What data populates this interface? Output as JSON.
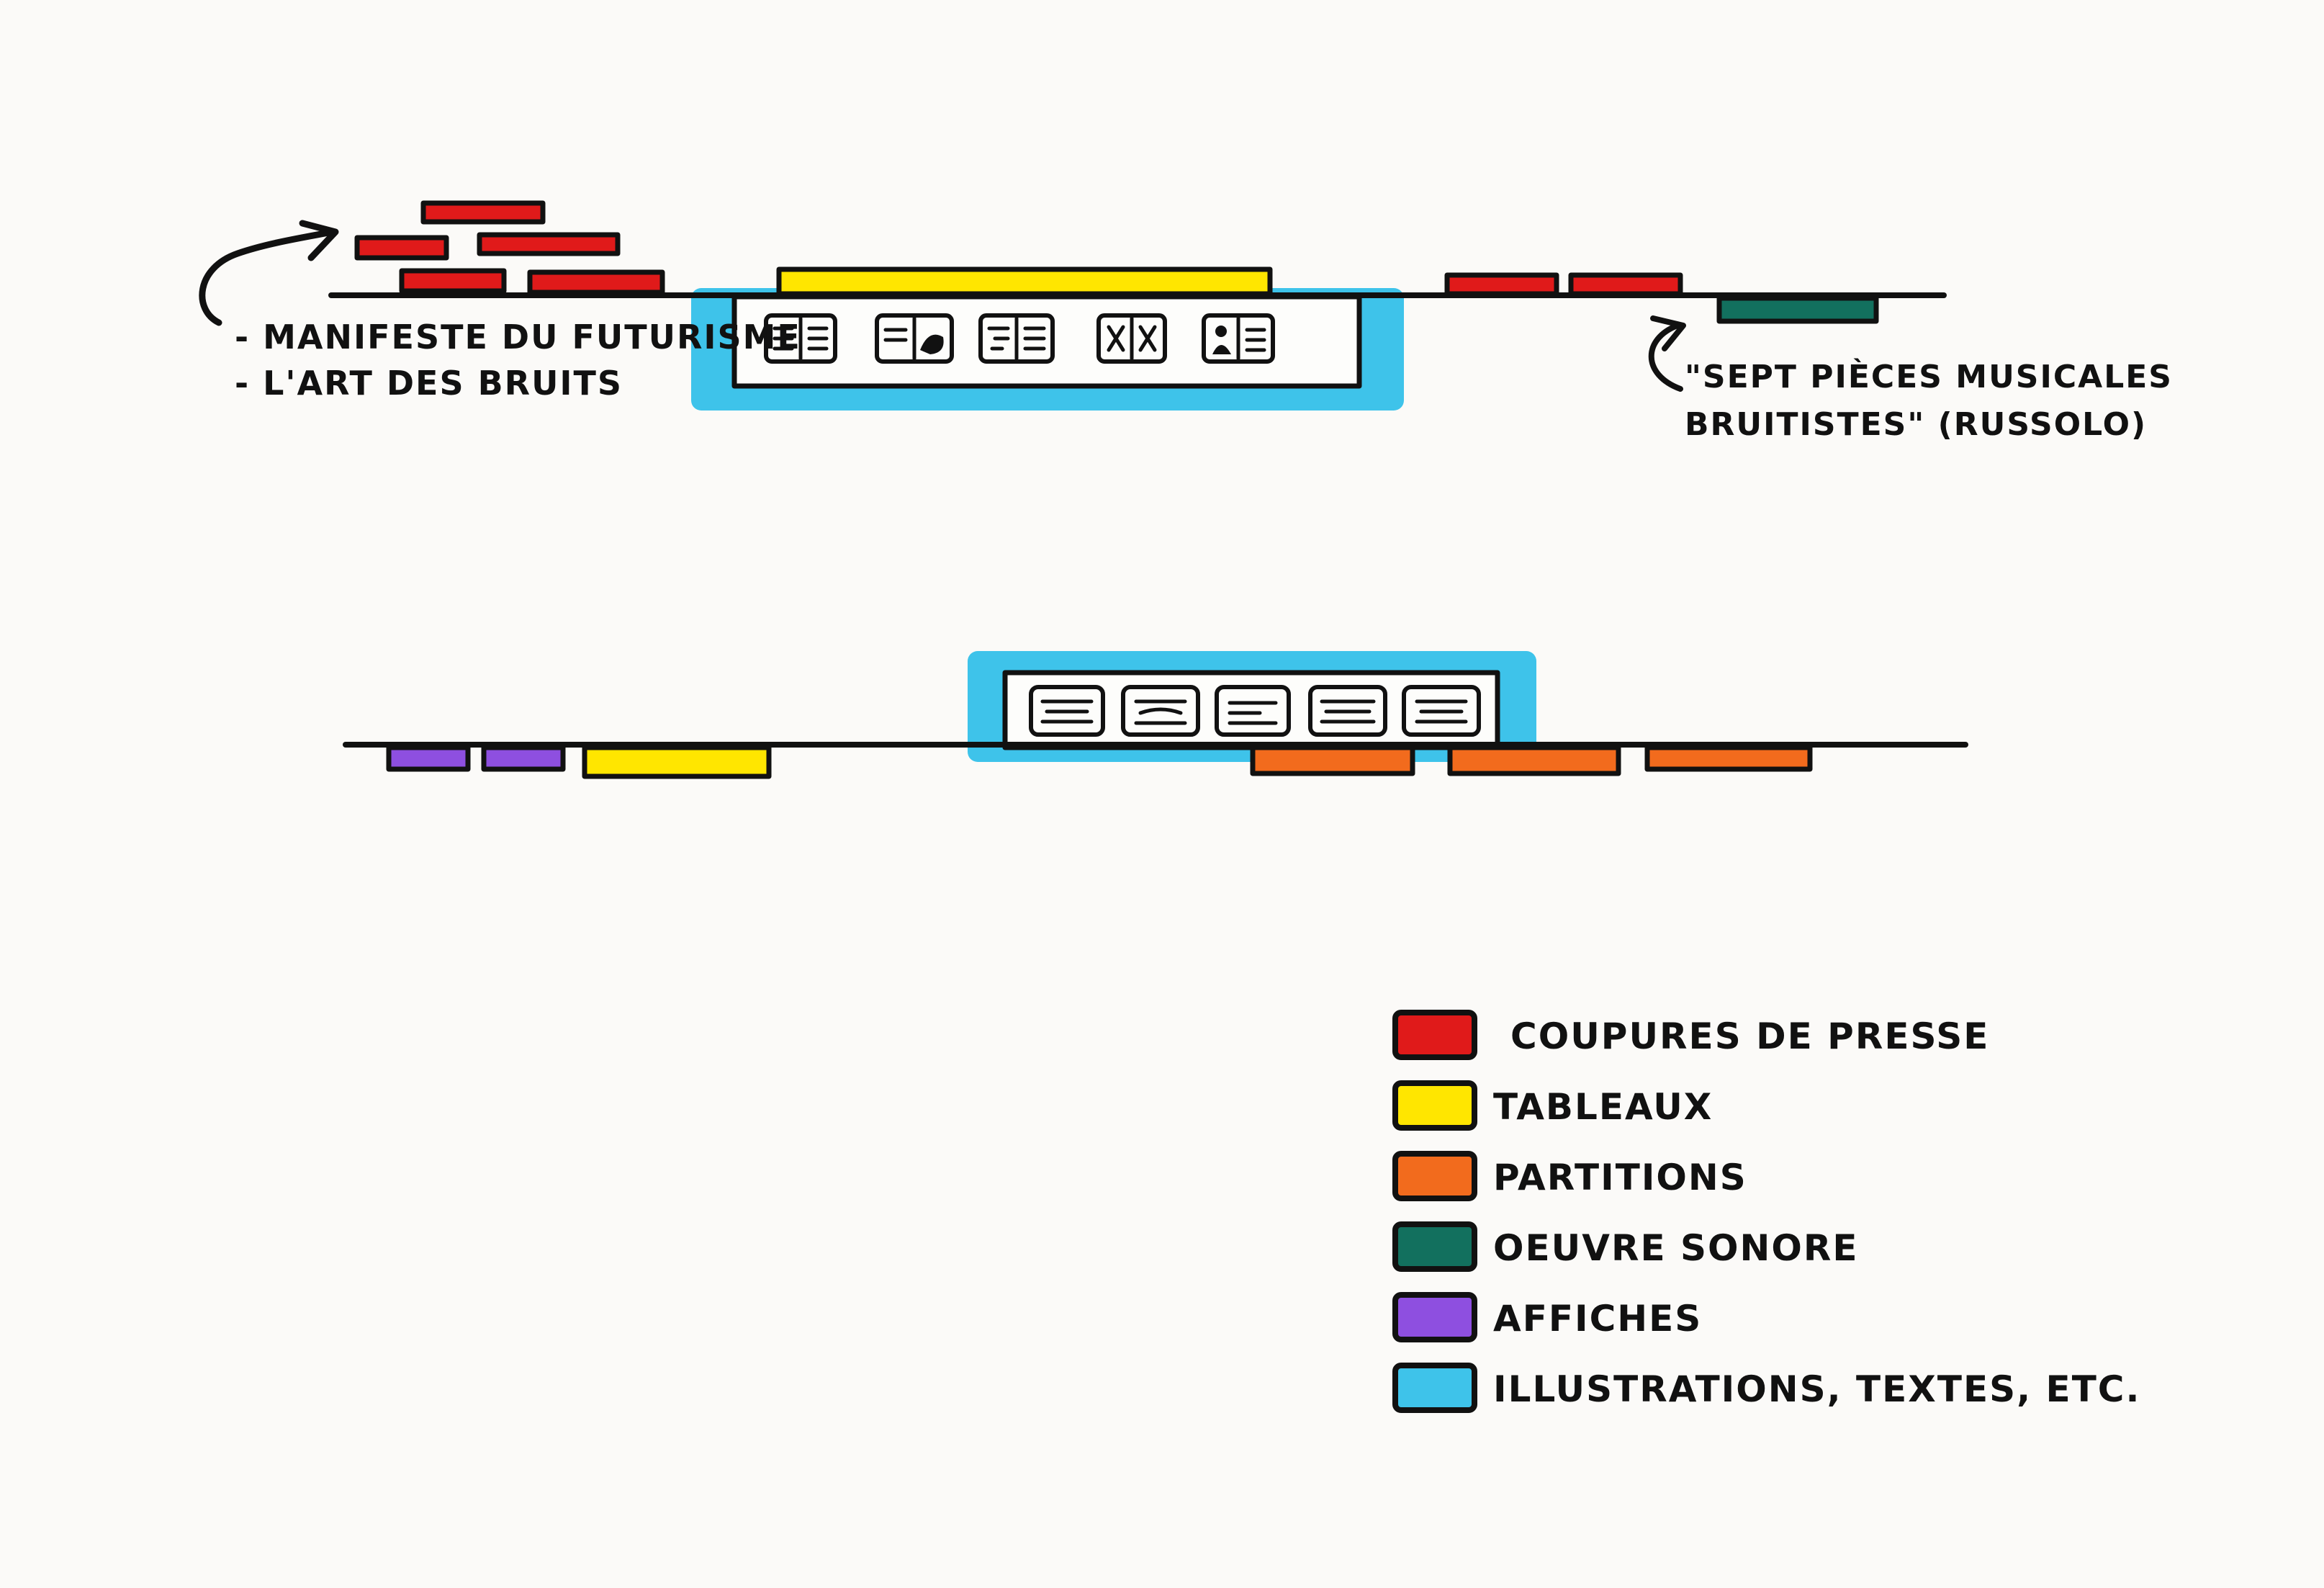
{
  "colors": {
    "paper": "#fbfaf8",
    "coupures": "#e01a1a",
    "tableaux": "#ffe600",
    "partitions": "#f26b1d",
    "oeuvre_sonore": "#12705e",
    "affiches": "#8e4fe0",
    "illustrations": "#3ec3ea",
    "ink": "#111111"
  },
  "annotations": {
    "top_left_line1": "- MANIFESTE DU FUTURISME",
    "top_left_line2": "- L'ART DES BRUITS",
    "top_right_line1": "\"SEPT PIÈCES MUSICALES",
    "top_right_line2": "BRUITISTES\" (RUSSOLO)"
  },
  "legend": {
    "items": [
      {
        "label": "COUPURES DE PRESSE",
        "color_key": "coupures"
      },
      {
        "label": "TABLEAUX",
        "color_key": "tableaux"
      },
      {
        "label": "PARTITIONS",
        "color_key": "partitions"
      },
      {
        "label": "OEUVRE SONORE",
        "color_key": "oeuvre_sonore"
      },
      {
        "label": "AFFICHES",
        "color_key": "affiches"
      },
      {
        "label": "ILLUSTRATIONS, TEXTES, ETC.",
        "color_key": "illustrations"
      }
    ]
  },
  "icons": {
    "top_panel": [
      "open-book-icon",
      "picture-book-icon",
      "open-book-icon",
      "figure-book-icon",
      "figure-book-icon"
    ],
    "bottom_panel": [
      "document-icon",
      "document-icon",
      "document-icon",
      "document-icon",
      "document-icon"
    ]
  }
}
